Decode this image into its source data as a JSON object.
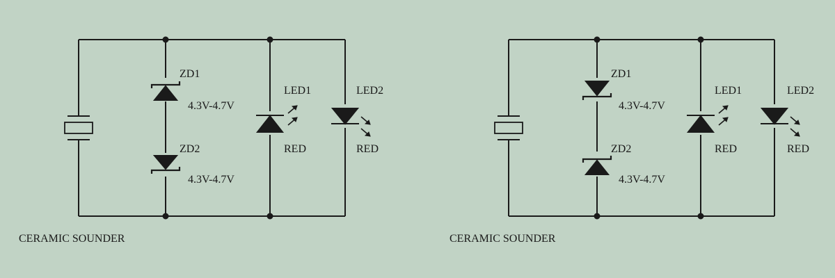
{
  "background": "#c1d3c5",
  "ink": "#1a1a1a",
  "circuits": [
    {
      "caption": "CERAMIC SOUNDER",
      "zd1": {
        "name": "ZD1",
        "value": "4.3V-4.7V"
      },
      "zd2": {
        "name": "ZD2",
        "value": "4.3V-4.7V"
      },
      "led1": {
        "name": "LED1",
        "color": "RED"
      },
      "led2": {
        "name": "LED2",
        "color": "RED"
      }
    },
    {
      "caption": "CERAMIC SOUNDER",
      "zd1": {
        "name": "ZD1",
        "value": "4.3V-4.7V"
      },
      "zd2": {
        "name": "ZD2",
        "value": "4.3V-4.7V"
      },
      "led1": {
        "name": "LED1",
        "color": "RED"
      },
      "led2": {
        "name": "LED2",
        "color": "RED"
      }
    }
  ]
}
